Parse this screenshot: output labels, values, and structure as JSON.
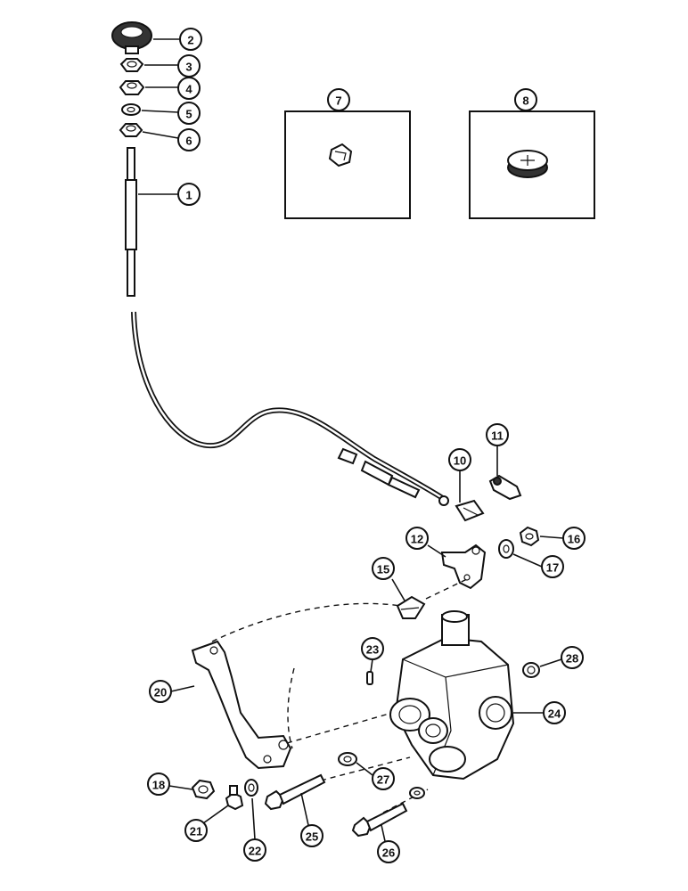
{
  "callouts": [
    {
      "id": "c1",
      "label": "1"
    },
    {
      "id": "c2",
      "label": "2"
    },
    {
      "id": "c3",
      "label": "3"
    },
    {
      "id": "c4",
      "label": "4"
    },
    {
      "id": "c5",
      "label": "5"
    },
    {
      "id": "c6",
      "label": "6"
    },
    {
      "id": "c7",
      "label": "7"
    },
    {
      "id": "c8",
      "label": "8"
    },
    {
      "id": "c10",
      "label": "10"
    },
    {
      "id": "c11",
      "label": "11"
    },
    {
      "id": "c12",
      "label": "12"
    },
    {
      "id": "c15",
      "label": "15"
    },
    {
      "id": "c16",
      "label": "16"
    },
    {
      "id": "c17",
      "label": "17"
    },
    {
      "id": "c18",
      "label": "18"
    },
    {
      "id": "c20",
      "label": "20"
    },
    {
      "id": "c21",
      "label": "21"
    },
    {
      "id": "c22",
      "label": "22"
    },
    {
      "id": "c23",
      "label": "23"
    },
    {
      "id": "c24",
      "label": "24"
    },
    {
      "id": "c25",
      "label": "25"
    },
    {
      "id": "c26",
      "label": "26"
    },
    {
      "id": "c27",
      "label": "27"
    },
    {
      "id": "c28",
      "label": "28"
    }
  ],
  "colors": {
    "ink": "#111111",
    "paper": "#ffffff"
  }
}
